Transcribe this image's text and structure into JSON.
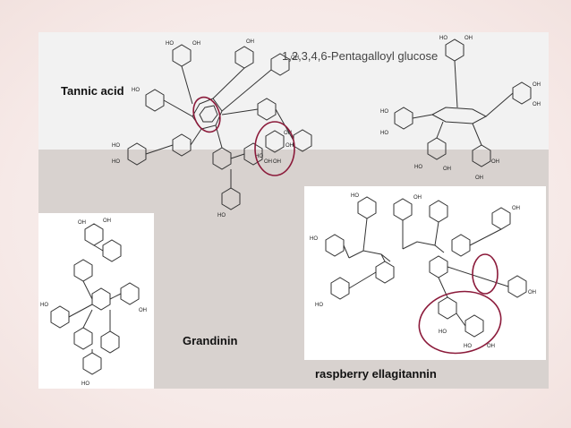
{
  "labels": {
    "tannic_acid": "Tannic acid",
    "pentagalloyl_glucose": "1,2,3,4,6-Pentagalloyl glucose",
    "grandinin": "Grandinin",
    "raspberry_ellagitannin": "raspberry ellagitannin"
  },
  "atom_labels": {
    "hydroxyl": "HO",
    "hydroxyl_right": "OH",
    "oxygen": "O"
  },
  "colors": {
    "highlight_circle": "#8b1a3a",
    "top_band": "#f2f2f2",
    "lower_band": "#d8d2cf",
    "page_background": "#f6e9e7"
  }
}
